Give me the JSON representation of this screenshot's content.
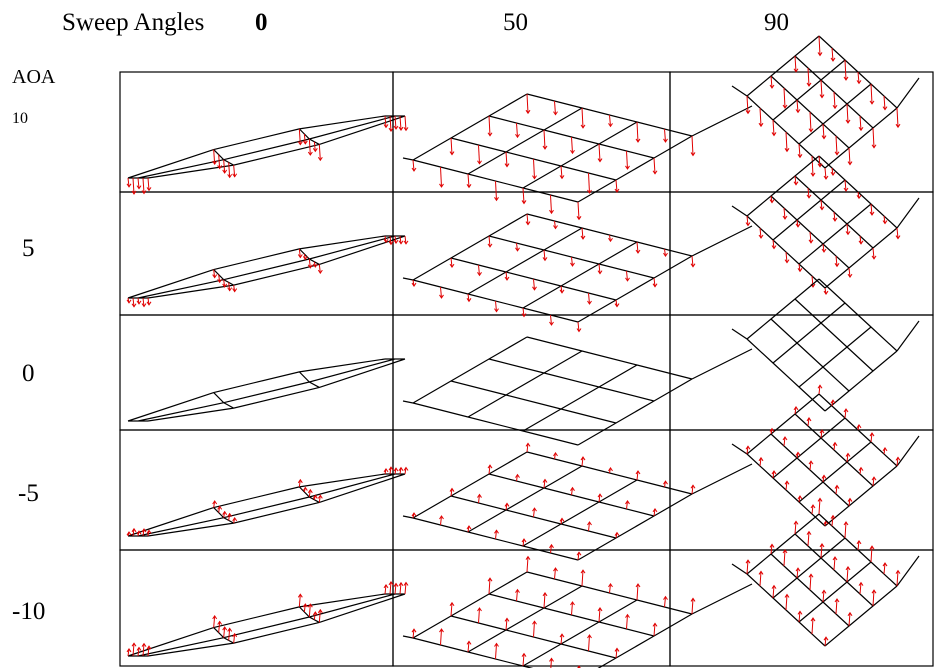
{
  "header": {
    "title": "Sweep Angles",
    "sweeps": [
      "0",
      "50",
      "90"
    ]
  },
  "aoa_label": "AOA",
  "rows": [
    {
      "label": "10"
    },
    {
      "label": "5"
    },
    {
      "label": "0"
    },
    {
      "label": "-5"
    },
    {
      "label": "-10"
    }
  ],
  "colors": {
    "mesh": "#000000",
    "arrows": "#e00000"
  },
  "arrow_magnitude": [
    1.0,
    0.55,
    0.0,
    -0.45,
    -0.8
  ]
}
